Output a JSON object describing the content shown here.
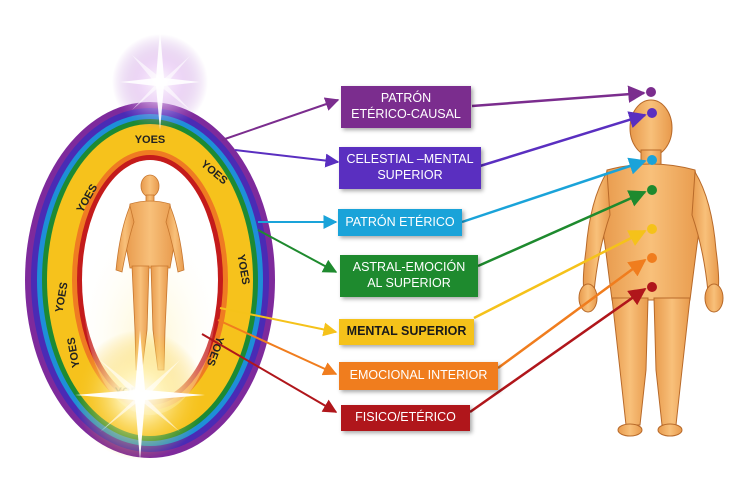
{
  "aura_word": "YOES",
  "layers": [
    {
      "id": "patron-eterico-causal",
      "label": "PATRÓN\nETÉRICO-CAUSAL",
      "color": "#7b2d8e"
    },
    {
      "id": "celestial-mental-superior",
      "label": "CELESTIAL –MENTAL\nSUPERIOR",
      "color": "#5a2fc0"
    },
    {
      "id": "patron-eterico",
      "label": "PATRÓN ETÉRICO",
      "color": "#1aa3d9"
    },
    {
      "id": "astral-emocion-al-superior",
      "label": "ASTRAL-EMOCIÓN\nAL SUPERIOR",
      "color": "#1e8a2e"
    },
    {
      "id": "mental-superior",
      "label": "MENTAL SUPERIOR",
      "color": "#f5c21a"
    },
    {
      "id": "emocional-interior",
      "label": "EMOCIONAL INTERIOR",
      "color": "#f07d1e"
    },
    {
      "id": "fisico-eterico",
      "label": "FISICO/ETÉRICO",
      "color": "#b0161b"
    }
  ],
  "colors": {
    "aura_yellow": "#f6c21c",
    "skin": "#f5b46a",
    "skin_shadow": "#d9893a"
  }
}
